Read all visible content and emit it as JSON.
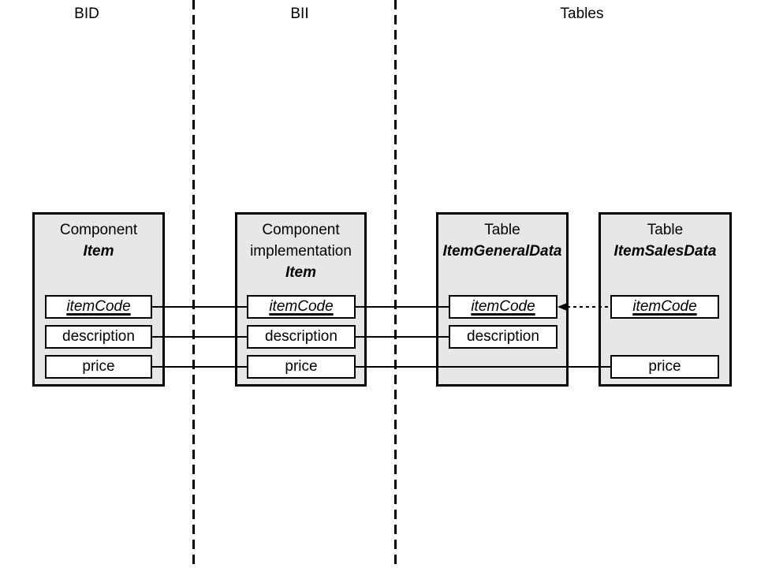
{
  "zones": [
    {
      "label": "BID"
    },
    {
      "label": "BII"
    },
    {
      "label": "Tables"
    }
  ],
  "boxes": [
    {
      "header": [
        "Component",
        "Item"
      ],
      "fields": [
        "itemCode",
        "description",
        "price"
      ]
    },
    {
      "header": [
        "Component",
        "implementation",
        "Item"
      ],
      "fields": [
        "itemCode",
        "description",
        "price"
      ]
    },
    {
      "header": [
        "Table",
        "ItemGeneralData"
      ],
      "fields": [
        "itemCode",
        "description"
      ]
    },
    {
      "header": [
        "Table",
        "ItemSalesData"
      ],
      "fields": [
        "itemCode",
        "price"
      ]
    }
  ],
  "colors": {
    "box_fill": "#e7e7e7",
    "border": "#000000",
    "canvas": "#ffffff",
    "text": "#000000"
  }
}
